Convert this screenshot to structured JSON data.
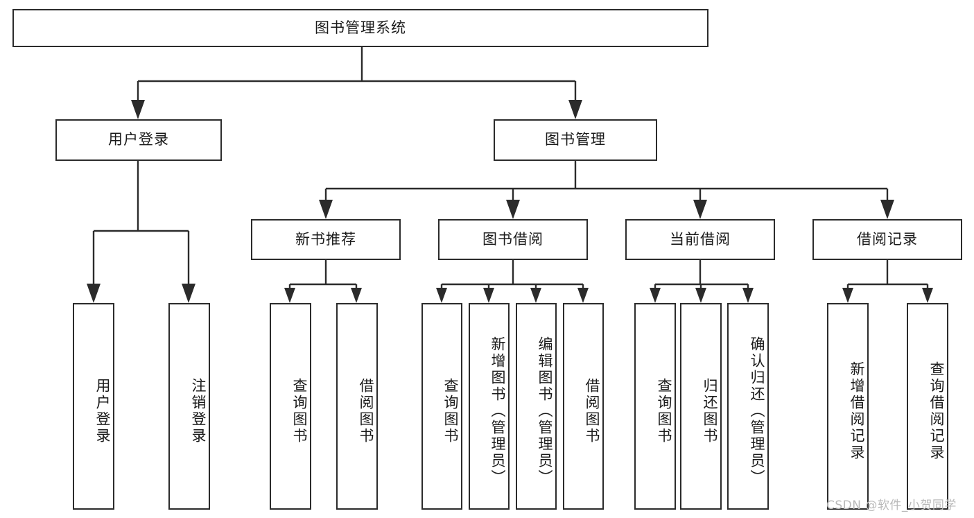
{
  "diagram": {
    "title": "图书管理系统",
    "type": "hierarchy-tree",
    "watermark": "CSDN @软件_小贺同学",
    "colors": {
      "stroke": "#2b2b2b",
      "fill": "#ffffff",
      "text": "#1a1a1a",
      "watermark": "#b9b9b9"
    },
    "root": {
      "label": "图书管理系统"
    },
    "level2": [
      {
        "label": "用户登录"
      },
      {
        "label": "图书管理"
      }
    ],
    "level3": [
      {
        "label": "新书推荐"
      },
      {
        "label": "图书借阅"
      },
      {
        "label": "当前借阅"
      },
      {
        "label": "借阅记录"
      }
    ],
    "leaves": {
      "user_login": [
        {
          "label": "用户登录"
        },
        {
          "label": "注销登录"
        }
      ],
      "new_book_recommend": [
        {
          "label": "查询图书"
        },
        {
          "label": "借阅图书"
        }
      ],
      "book_borrow": [
        {
          "label": "查询图书"
        },
        {
          "label": "新增图书（管理员）"
        },
        {
          "label": "编辑图书（管理员）"
        },
        {
          "label": "借阅图书"
        }
      ],
      "current_borrow": [
        {
          "label": "查询图书"
        },
        {
          "label": "归还图书"
        },
        {
          "label": "确认归还（管理员）"
        }
      ],
      "borrow_record": [
        {
          "label": "新增借阅记录"
        },
        {
          "label": "查询借阅记录"
        }
      ]
    }
  }
}
